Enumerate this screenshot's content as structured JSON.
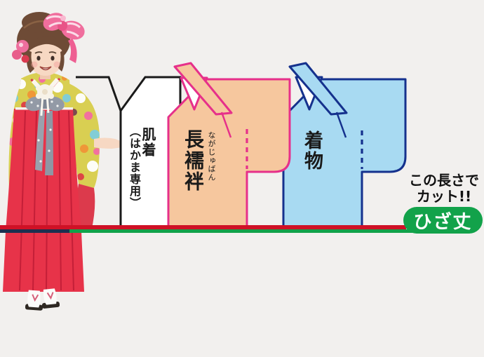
{
  "page": {
    "background": "#f2f0ee"
  },
  "diagram": {
    "garments": [
      {
        "id": "hadagi",
        "label": "肌着",
        "note": "（はかま専用）",
        "fill": "#ffffff",
        "outline": "#1a1a1a"
      },
      {
        "id": "nagajuban",
        "label": "長襦袢",
        "furigana": "ながじゅばん",
        "fill": "#f6c79e",
        "outline": "#e6308a"
      },
      {
        "id": "kimono",
        "label": "着物",
        "fill": "#a8daf2",
        "outline": "#15318d"
      }
    ],
    "cut_note": {
      "line1": "この長さで",
      "line2": "カット!!",
      "color": "#111111"
    },
    "badge": {
      "label": "ひざ丈",
      "bg": "#12a24a",
      "fg": "#ffffff"
    },
    "cut_line": {
      "red": "#cf1126",
      "green": "#12a24a",
      "navy_over_photo": "#1c3050"
    }
  },
  "photo": {
    "subject": "hakama-model",
    "colors": {
      "hakama_red": "#e73349",
      "kimono_yellow": "#d9cf52",
      "hair_brown": "#6e4b36",
      "bow_pink": "#f06e9d",
      "ribbon_gray": "#939aa6"
    }
  }
}
